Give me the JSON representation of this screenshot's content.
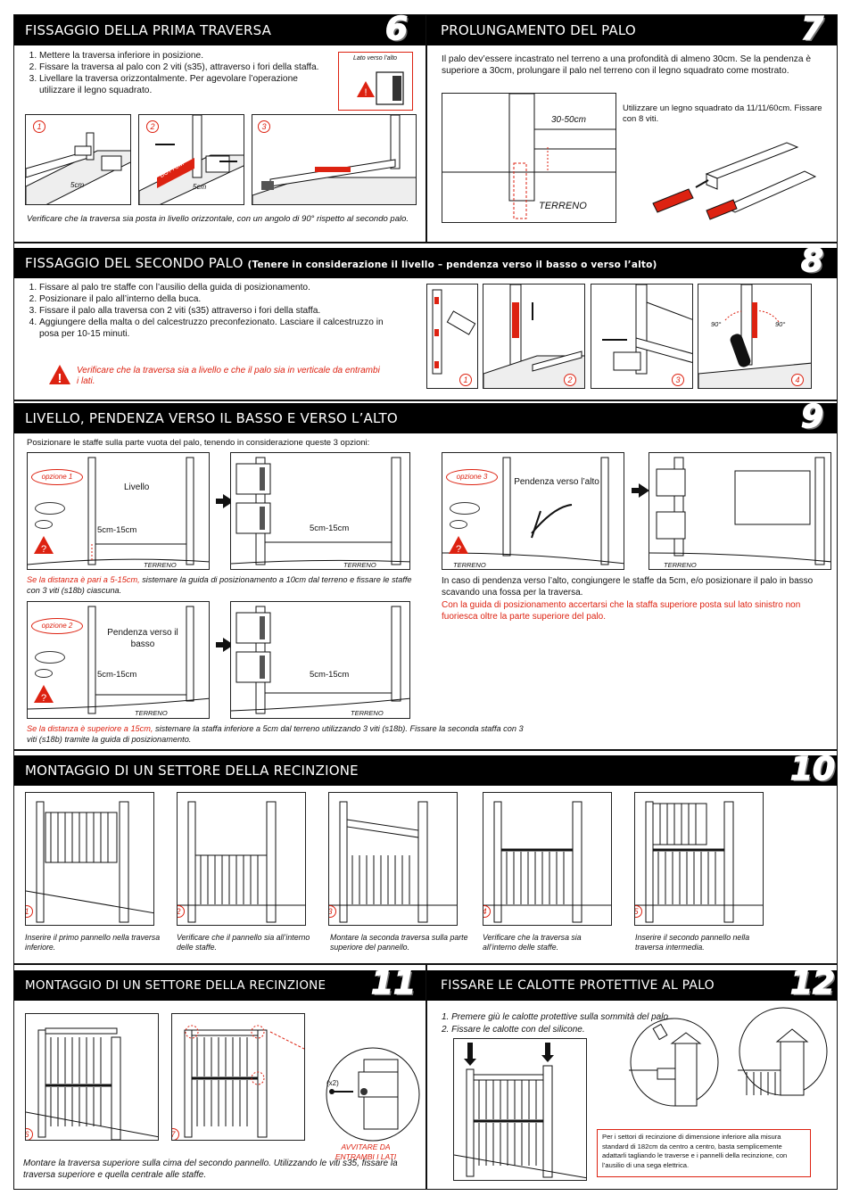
{
  "s6": {
    "num": "6",
    "title": "FISSAGGIO DELLA PRIMA TRAVERSA",
    "steps": [
      "Mettere la traversa inferiore in posizione.",
      "Fissare la traversa al palo con 2 viti (s35), attraverso i fori della staffa.",
      "Livellare la traversa orizzontalmente. Per agevolare l’operazione utilizzare il legno squadrato."
    ],
    "side_label": "Lato verso l’alto",
    "fig_nums": [
      "1",
      "2",
      "3"
    ],
    "dim": "5cm",
    "bottom_label": "BOTTOM",
    "note": "Verificare che la traversa sia posta in livello orizzontale, con un angolo di 90° rispetto al secondo palo."
  },
  "s7": {
    "num": "7",
    "title": "PROLUNGAMENTO DEL PALO",
    "text": "Il palo dev’essere incastrato nel terreno a una profondità di almeno 30cm. Se la pendenza è superiore a 30cm, prolungare il palo nel terreno con il legno squadrato come mostrato.",
    "depth": "30-50cm",
    "ground": "TERRENO",
    "wood_note": "Utilizzare un legno squadrato da 11/11/60cm. Fissare con 8 viti."
  },
  "s8": {
    "num": "8",
    "title": "FISSAGGIO DEL SECONDO PALO",
    "subtitle": "(Tenere in considerazione il livello – pendenza verso il basso o verso l’alto)",
    "steps": [
      "Fissare al palo tre staffe con l’ausilio della guida di posizionamento.",
      "Posizionare il palo all’interno della buca.",
      "Fissare il palo alla traversa con 2 viti (s35) attraverso i fori della staffa.",
      "Aggiungere della malta o del calcestruzzo preconfezionato. Lasciare il calcestruzzo in posa per 10-15 minuti."
    ],
    "warning": "Verificare che la traversa sia a livello e che il palo sia in verticale da entrambi i lati.",
    "fig_nums": [
      "1",
      "2",
      "3",
      "4"
    ],
    "angle": "90°"
  },
  "s9": {
    "num": "9",
    "title": "LIVELLO, PENDENZA VERSO IL BASSO E VERSO L’ALTO",
    "intro": "Posizionare le staffe sulla parte vuota del palo, tenendo in considerazione queste 3 opzioni:",
    "opt1": {
      "tag": "opzione 1",
      "label": "Livello",
      "dim": "5cm-15cm",
      "ground": "TERRENO"
    },
    "opt2": {
      "tag": "opzione 2",
      "label": "Pendenza verso il basso",
      "dim": "5cm-15cm",
      "ground": "TERRENO"
    },
    "opt3": {
      "tag": "opzione 3",
      "label": "Pendenza verso l’alto",
      "ground": "TERRENO"
    },
    "note1_red": "Se la distanza è pari a 5-15cm,",
    "note1": " sistemare la guida di posizionamento a 10cm dal terreno e fissare le staffe con 3 viti (s18b) ciascuna.",
    "note2_red": "Se la distanza è superiore a 15cm,",
    "note2": " sistemare la staffa inferiore a 5cm dal terreno utilizzando 3 viti (s18b). Fissare la seconda staffa con 3 viti (s18b) tramite la guida di posizionamento.",
    "note3": "In caso di pendenza verso l’alto, congiungere le staffe da 5cm, e/o posizionare il palo in basso scavando una fossa per la traversa.",
    "note3_red": "Con la guida di posizionamento accertarsi che la staffa superiore posta sul lato sinistro non fuoriesca oltre la parte superiore del palo."
  },
  "s10": {
    "num": "10",
    "title": "MONTAGGIO DI UN SETTORE DELLA RECINZIONE",
    "captions": [
      "Inserire il primo pannello nella traversa inferiore.",
      "Verificare che il pannello sia all’interno delle staffe.",
      "Montare la seconda traversa sulla parte superiore del pannello.",
      "Verificare che la traversa sia all’interno delle staffe.",
      "Inserire il secondo pannello nella traversa intermedia."
    ],
    "fig_nums": [
      "1",
      "2",
      "3",
      "4",
      "5"
    ]
  },
  "s11": {
    "num": "11",
    "title": "MONTAGGIO DI UN SETTORE DELLA RECINZIONE",
    "fig_nums": [
      "6",
      "7"
    ],
    "x2": "(x2)",
    "screw_note": "AVVITARE DA ENTRAMBI I LATI",
    "caption": "Montare la traversa superiore sulla cima del secondo pannello. Utilizzando le viti s35, fissare la traversa superiore e quella centrale alle staffe."
  },
  "s12": {
    "num": "12",
    "title": "FISSARE LE CALOTTE PROTETTIVE AL PALO",
    "steps": [
      "Premere giù le calotte protettive sulla sommità del palo.",
      "Fissare le calotte con del silicone."
    ],
    "note": "Per i settori di recinzione di dimensione inferiore alla misura standard di 182cm da centro a centro, basta semplicemente adattarli tagliando le traverse e i pannelli della recinzione, con l’ausilio di una sega elettrica."
  },
  "colors": {
    "accent": "#d21f1f",
    "bar": "#000000"
  }
}
